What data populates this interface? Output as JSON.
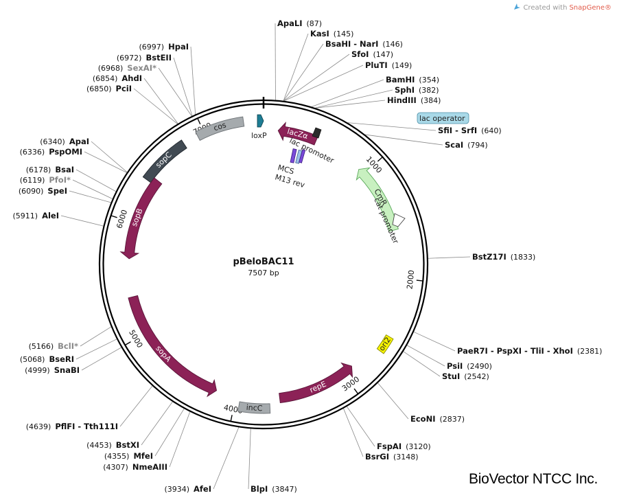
{
  "header": {
    "credit_prefix": "Created with ",
    "credit_brand": "SnapGene®",
    "credit_icon": "snapgene-arrow-icon",
    "credit_brand_color": "#e25b4a"
  },
  "plasmid": {
    "name": "pBeloBAC11",
    "size_label": "7507 bp",
    "length": 7507
  },
  "brand": "BioVector NTCC Inc.",
  "colors": {
    "maroon": "#8c2257",
    "gray": "#a5aaad",
    "dark_slate": "#414a53",
    "teal": "#1e7d94",
    "light_green": "#c8f0c0",
    "yellow": "#f7f400",
    "lac_operator_bg": "#a9d9e8"
  },
  "ticks": [
    {
      "pos": 1000,
      "label": "1000"
    },
    {
      "pos": 2000,
      "label": "2000"
    },
    {
      "pos": 3000,
      "label": "3000"
    },
    {
      "pos": 4000,
      "label": "4000"
    },
    {
      "pos": 5000,
      "label": "5000"
    },
    {
      "pos": 6000,
      "label": "6000"
    },
    {
      "pos": 7000,
      "label": "7000"
    }
  ],
  "features": [
    {
      "label": "lacZα",
      "start": 130,
      "end": 480,
      "dir": -1,
      "type": "maroon"
    },
    {
      "label": "cos",
      "start": 6940,
      "end": 7340,
      "dir": 0,
      "type": "gray"
    },
    {
      "label": "sopC",
      "start": 6380,
      "end": 6810,
      "dir": 0,
      "type": "dark_slate"
    },
    {
      "label": "sopB",
      "start": 5680,
      "end": 6430,
      "dir": -1,
      "type": "maroon"
    },
    {
      "label": "sopA",
      "start": 4180,
      "end": 5340,
      "dir": -1,
      "type": "maroon"
    },
    {
      "label": "incC",
      "start": 3700,
      "end": 3960,
      "dir": 0,
      "type": "gray"
    },
    {
      "label": "repE",
      "start": 2900,
      "end": 3610,
      "dir": -1,
      "type": "maroon"
    },
    {
      "label": "ori2",
      "start": 2500,
      "end": 2640,
      "dir": 0,
      "type": "yellow"
    },
    {
      "label": "CmR",
      "start": 940,
      "end": 1570,
      "dir": -1,
      "type": "light_green"
    }
  ],
  "labels": {
    "loxP": "loxP",
    "lac_promoter": "lac promoter",
    "mcs": "MCS",
    "m13rev": "M13 rev",
    "cat_promoter": "cat promoter",
    "lac_operator": "lac operator"
  },
  "sites_right": [
    {
      "name": "ApaLI",
      "pos": "(87)"
    },
    {
      "name": "KasI",
      "pos": "(145)"
    },
    {
      "name": "BsaHI - NarI",
      "pos": "(146)"
    },
    {
      "name": "SfoI",
      "pos": "(147)"
    },
    {
      "name": "PluTI",
      "pos": "(149)"
    },
    {
      "name": "BamHI",
      "pos": "(354)"
    },
    {
      "name": "SphI",
      "pos": "(382)"
    },
    {
      "name": "HindIII",
      "pos": "(384)"
    },
    {
      "name": "SfiI - SrfI",
      "pos": "(640)"
    },
    {
      "name": "ScaI",
      "pos": "(794)"
    },
    {
      "name": "BstZ17I",
      "pos": "(1833)"
    },
    {
      "name": "PaeR7I - PspXI - TliI - XhoI",
      "pos": "(2381)"
    },
    {
      "name": "PsiI",
      "pos": "(2490)"
    },
    {
      "name": "StuI",
      "pos": "(2542)"
    },
    {
      "name": "EcoNI",
      "pos": "(2837)"
    },
    {
      "name": "FspAI",
      "pos": "(3120)"
    },
    {
      "name": "BsrGI",
      "pos": "(3148)"
    },
    {
      "name": "BlpI",
      "pos": "(3847)"
    }
  ],
  "sites_left": [
    {
      "name": "HpaI",
      "pos": "(6997)"
    },
    {
      "name": "BstEII",
      "pos": "(6972)"
    },
    {
      "name": "SexAI*",
      "pos": "(6968)",
      "dim": true
    },
    {
      "name": "AhdI",
      "pos": "(6854)"
    },
    {
      "name": "PciI",
      "pos": "(6850)"
    },
    {
      "name": "ApaI",
      "pos": "(6340)"
    },
    {
      "name": "PspOMI",
      "pos": "(6336)"
    },
    {
      "name": "BsaI",
      "pos": "(6178)"
    },
    {
      "name": "PfoI*",
      "pos": "(6119)",
      "dim": true
    },
    {
      "name": "SpeI",
      "pos": "(6090)"
    },
    {
      "name": "AleI",
      "pos": "(5911)"
    },
    {
      "name": "BclI*",
      "pos": "(5166)",
      "dim": true
    },
    {
      "name": "BseRI",
      "pos": "(5068)"
    },
    {
      "name": "SnaBI",
      "pos": "(4999)"
    },
    {
      "name": "PflFI - Tth111I",
      "pos": "(4639)"
    },
    {
      "name": "BstXI",
      "pos": "(4453)"
    },
    {
      "name": "MfeI",
      "pos": "(4355)"
    },
    {
      "name": "NmeAIII",
      "pos": "(4307)"
    },
    {
      "name": "AfeI",
      "pos": "(3934)"
    }
  ]
}
